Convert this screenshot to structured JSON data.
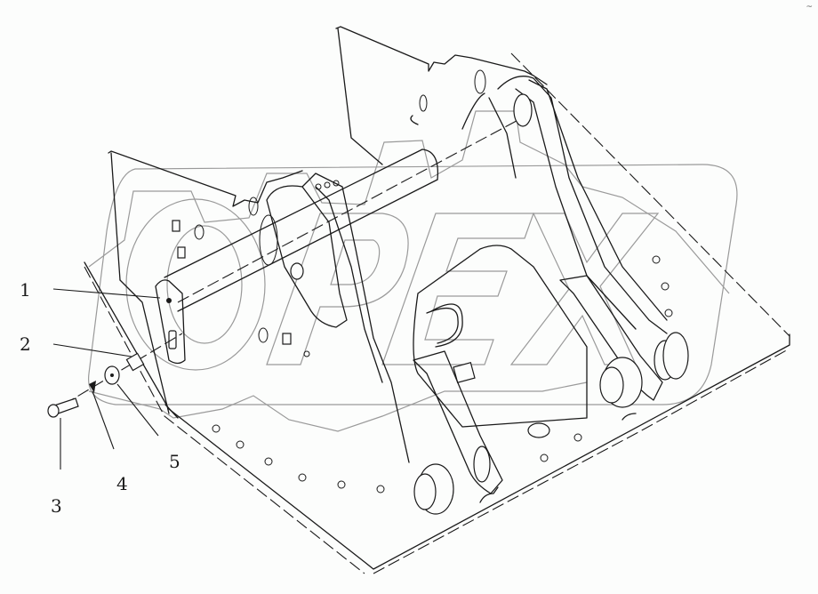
{
  "diagram": {
    "type": "exploded parts view",
    "subject": "loader frame / bucket assembly with pin and fastener",
    "watermark": "OPEX",
    "corner_mark": "~",
    "colors": {
      "line": "#1a1a1a",
      "watermark": "#9a9a9a",
      "background": "#fcfdfc"
    }
  },
  "callouts": [
    {
      "number": "1",
      "label": "1",
      "part": "pin plate"
    },
    {
      "number": "2",
      "label": "2",
      "part": "nut"
    },
    {
      "number": "3",
      "label": "3",
      "part": "bolt"
    },
    {
      "number": "4",
      "label": "4",
      "part": "lock washer"
    },
    {
      "number": "5",
      "label": "5",
      "part": "flat washer"
    }
  ]
}
